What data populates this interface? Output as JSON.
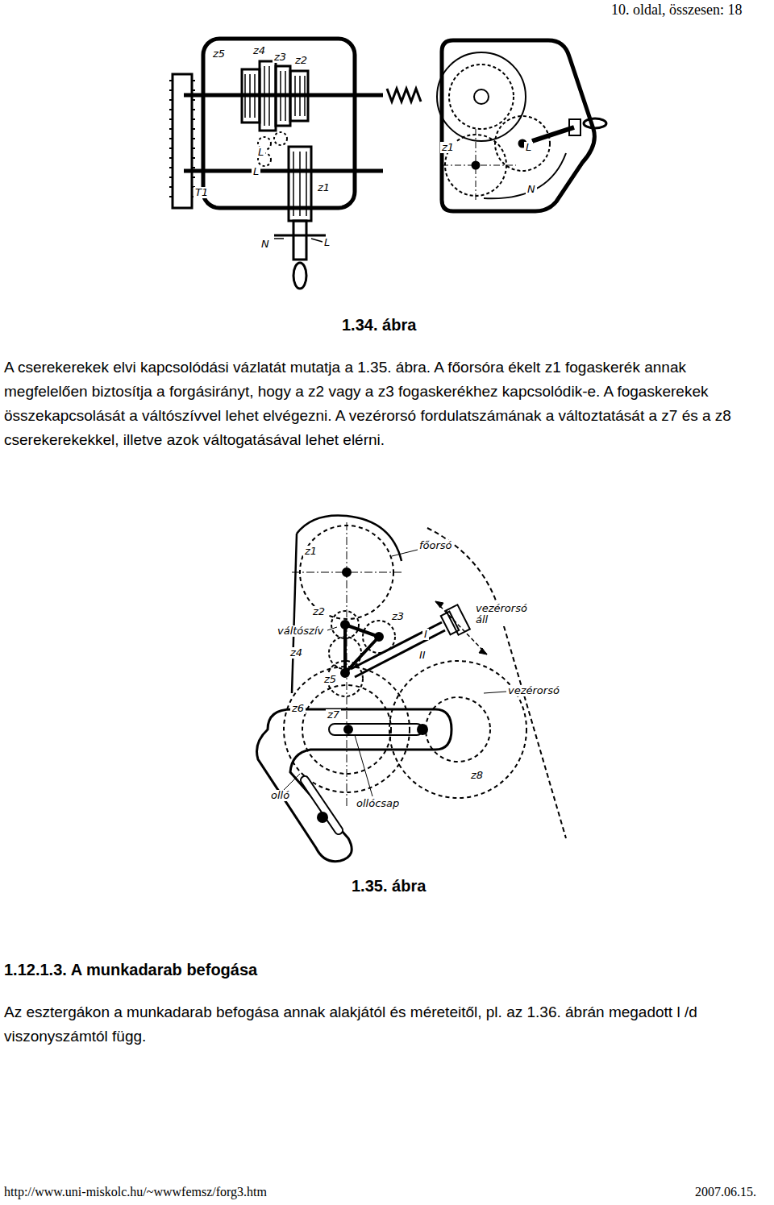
{
  "diagram": {
    "labels": [
      "10. oldal, összesen: 18",
      "z5",
      "z4",
      "z3",
      "z2",
      "L",
      "L",
      "z1",
      "T1",
      "N",
      "L",
      "z1",
      "L",
      "N",
      "1.34. ábra",
      "A cserekerekek elvi kapcsolódási vázlatát mutatja a 1.35. ábra. A főorsóra ékelt z1 fogaskerék annak megfelelően biztosítja a forgásirányt, hogy a z2 vagy a z3 fogaskerékhez kapcsolódik-e. A fogaskerekek összekapcsolását a váltószívvel lehet elvégezni. A vezérorsó fordulatszámának a változtatását a z7 és a z8 cserekerekekkel, illetve azok váltogatásával lehet elérni.",
      "z1",
      "főorsó",
      "z2",
      "z3",
      "váltószív",
      "z4",
      "z5",
      "I",
      "II",
      "vezérorsó áll",
      "vezérorsó",
      "z6",
      "z7",
      "z8",
      "olló",
      "ollócsap",
      "1.35. ábra",
      "1.12.1.3. A munkadarab befogása",
      "Az esztergákon a munkadarab befogása annak alakjától és méreteitől, pl. az 1.36. ábrán megadott l /d viszonyszámtól függ.",
      "http://www.uni-miskolc.hu/~wwwfemsz/forg3.htm",
      "2007.06.15."
    ]
  }
}
